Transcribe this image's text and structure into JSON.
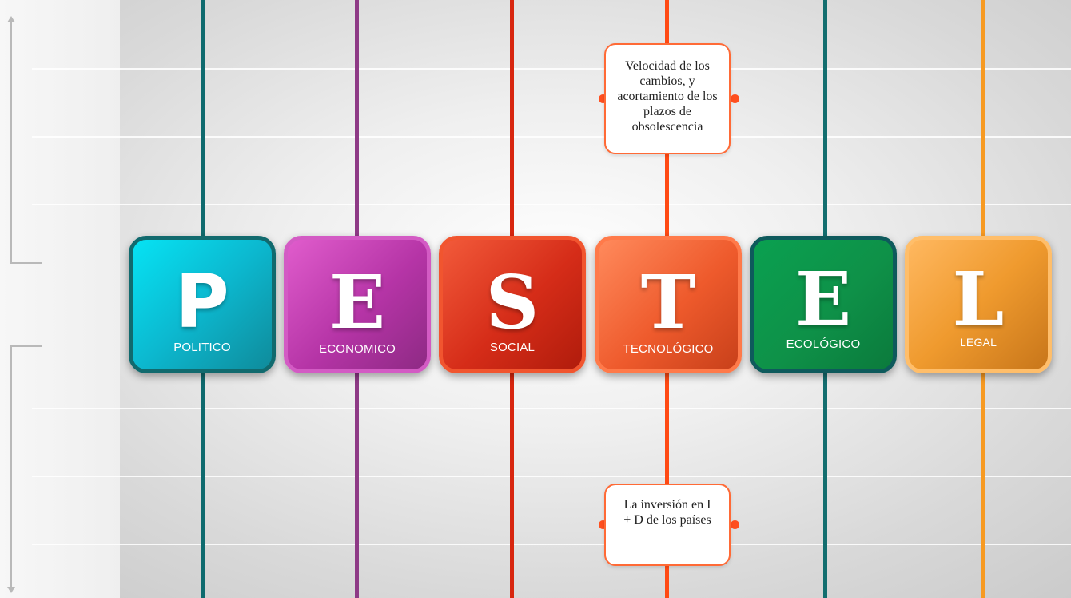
{
  "tiles": [
    {
      "letter": "P",
      "name": "POLITICO"
    },
    {
      "letter": "E",
      "name": "ECONOMICO"
    },
    {
      "letter": "S",
      "name": "SOCIAL"
    },
    {
      "letter": "T",
      "name": "TECNOLÓGICO"
    },
    {
      "letter": "E",
      "name": "ECOLÓGICO"
    },
    {
      "letter": "L",
      "name": "LEGAL"
    }
  ],
  "notes": {
    "top": "Velocidad de los cambios, y acortamiento de los plazos de obsolescencia",
    "bottom": "La inversión en I + D de los países"
  },
  "colors": {
    "politico": "#0fb7cf",
    "economico": "#c13ab0",
    "social": "#e0321c",
    "tecnologico": "#f0602e",
    "ecologico": "#0e934a",
    "legal": "#f0a030"
  }
}
